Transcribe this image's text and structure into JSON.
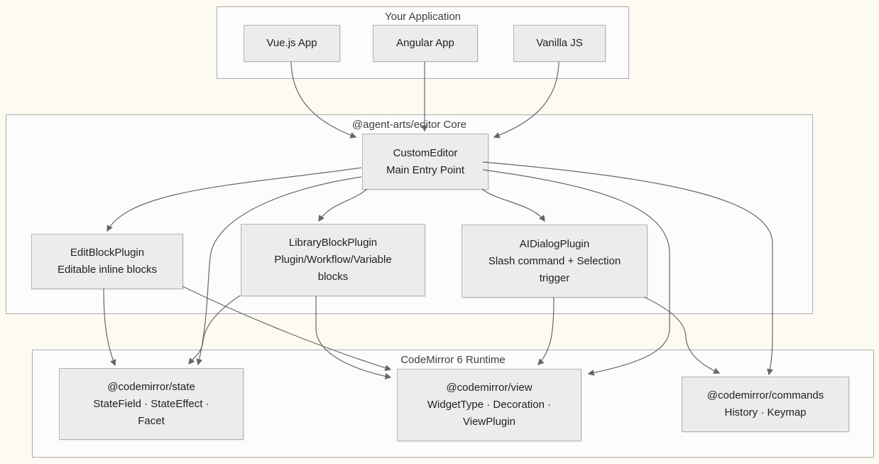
{
  "diagram": {
    "containers": {
      "app": {
        "title": "Your Application"
      },
      "core": {
        "title": "@agent-arts/editor Core"
      },
      "runtime": {
        "title": "CodeMirror 6 Runtime"
      }
    },
    "nodes": {
      "vue": {
        "lines": [
          "Vue.js App"
        ]
      },
      "angular": {
        "lines": [
          "Angular App"
        ]
      },
      "vanilla": {
        "lines": [
          "Vanilla JS"
        ]
      },
      "custom": {
        "lines": [
          "CustomEditor",
          "Main Entry Point"
        ]
      },
      "edit": {
        "lines": [
          "EditBlockPlugin",
          "Editable inline blocks"
        ]
      },
      "library": {
        "lines": [
          "LibraryBlockPlugin",
          "Plugin/Workflow/Variable",
          "blocks"
        ]
      },
      "aidialog": {
        "lines": [
          "AIDialogPlugin",
          "Slash command + Selection",
          "trigger"
        ]
      },
      "state": {
        "lines": [
          "@codemirror/state",
          "StateField · StateEffect ·",
          "Facet"
        ]
      },
      "view": {
        "lines": [
          "@codemirror/view",
          "WidgetType · Decoration ·",
          "ViewPlugin"
        ]
      },
      "commands": {
        "lines": [
          "@codemirror/commands",
          "History · Keymap"
        ]
      }
    },
    "edges": [
      {
        "from": "vue",
        "to": "custom"
      },
      {
        "from": "angular",
        "to": "custom"
      },
      {
        "from": "vanilla",
        "to": "custom"
      },
      {
        "from": "custom",
        "to": "edit"
      },
      {
        "from": "custom",
        "to": "library"
      },
      {
        "from": "custom",
        "to": "aidialog"
      },
      {
        "from": "custom",
        "to": "state"
      },
      {
        "from": "custom",
        "to": "view"
      },
      {
        "from": "custom",
        "to": "commands"
      },
      {
        "from": "edit",
        "to": "state"
      },
      {
        "from": "edit",
        "to": "view"
      },
      {
        "from": "library",
        "to": "state"
      },
      {
        "from": "library",
        "to": "view"
      },
      {
        "from": "aidialog",
        "to": "view"
      },
      {
        "from": "aidialog",
        "to": "commands"
      }
    ],
    "colors": {
      "background": "#fdfaf2",
      "container-fill": "#fcfcfc",
      "container-border": "#ababab",
      "node-fill": "#ececec",
      "node-border": "#b3b3b3",
      "edge": "#666666",
      "title-text": "#404040",
      "node-text": "#1f1f1f"
    }
  }
}
